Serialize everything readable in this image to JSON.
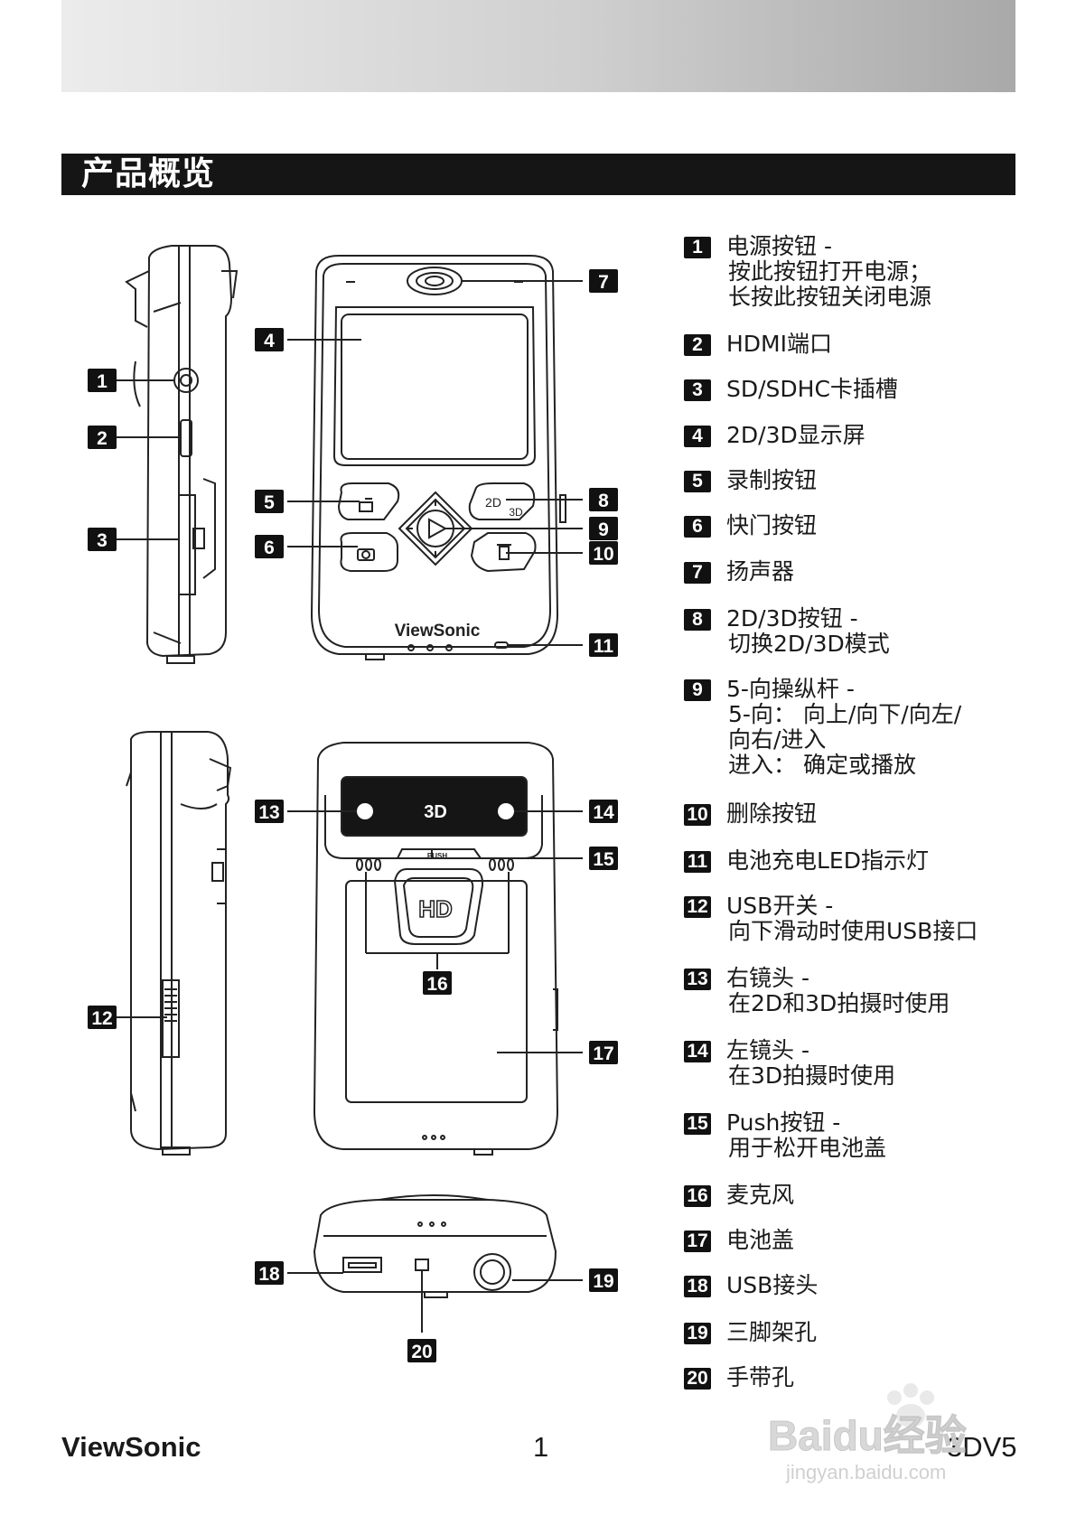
{
  "section_title": "产品概览",
  "device_logo": "ViewSonic",
  "lens_label": "3D",
  "hd_label": "HD",
  "push_label": "PUSH",
  "btn_2d": "2D",
  "btn_3d": "3D",
  "callouts": [
    "1",
    "2",
    "3",
    "4",
    "5",
    "6",
    "7",
    "8",
    "9",
    "10",
    "11",
    "12",
    "13",
    "14",
    "15",
    "16",
    "17",
    "18",
    "19",
    "20"
  ],
  "legend": [
    {
      "num": "1",
      "lines": [
        "电源按钮 -",
        "按此按钮打开电源；",
        "长按此按钮关闭电源"
      ]
    },
    {
      "num": "2",
      "lines": [
        "HDMI端口"
      ]
    },
    {
      "num": "3",
      "lines": [
        "SD/SDHC卡插槽"
      ]
    },
    {
      "num": "4",
      "lines": [
        "2D/3D显示屏"
      ]
    },
    {
      "num": "5",
      "lines": [
        "录制按钮"
      ]
    },
    {
      "num": "6",
      "lines": [
        "快门按钮"
      ]
    },
    {
      "num": "7",
      "lines": [
        "扬声器"
      ]
    },
    {
      "num": "8",
      "lines": [
        "2D/3D按钮 -",
        "切换2D/3D模式"
      ]
    },
    {
      "num": "9",
      "lines": [
        "5-向操纵杆 -",
        "5-向： 向上/向下/向左/",
        "向右/进入",
        "进入： 确定或播放"
      ]
    },
    {
      "num": "10",
      "lines": [
        "删除按钮"
      ]
    },
    {
      "num": "11",
      "lines": [
        "电池充电LED指示灯"
      ]
    },
    {
      "num": "12",
      "lines": [
        "USB开关 -",
        "向下滑动时使用USB接口"
      ]
    },
    {
      "num": "13",
      "lines": [
        "右镜头 -",
        "在2D和3D拍摄时使用"
      ]
    },
    {
      "num": "14",
      "lines": [
        "左镜头 -",
        "在3D拍摄时使用"
      ]
    },
    {
      "num": "15",
      "lines": [
        "Push按钮 -",
        "用于松开电池盖"
      ]
    },
    {
      "num": "16",
      "lines": [
        "麦克风"
      ]
    },
    {
      "num": "17",
      "lines": [
        "电池盖"
      ]
    },
    {
      "num": "18",
      "lines": [
        "USB接头"
      ]
    },
    {
      "num": "19",
      "lines": [
        "三脚架孔"
      ]
    },
    {
      "num": "20",
      "lines": [
        "手带孔"
      ]
    }
  ],
  "footer": {
    "brand": "ViewSonic",
    "page": "1",
    "model": "3DV5"
  },
  "watermark": {
    "text": "Baidu经验",
    "url": "jingyan.baidu.com"
  }
}
